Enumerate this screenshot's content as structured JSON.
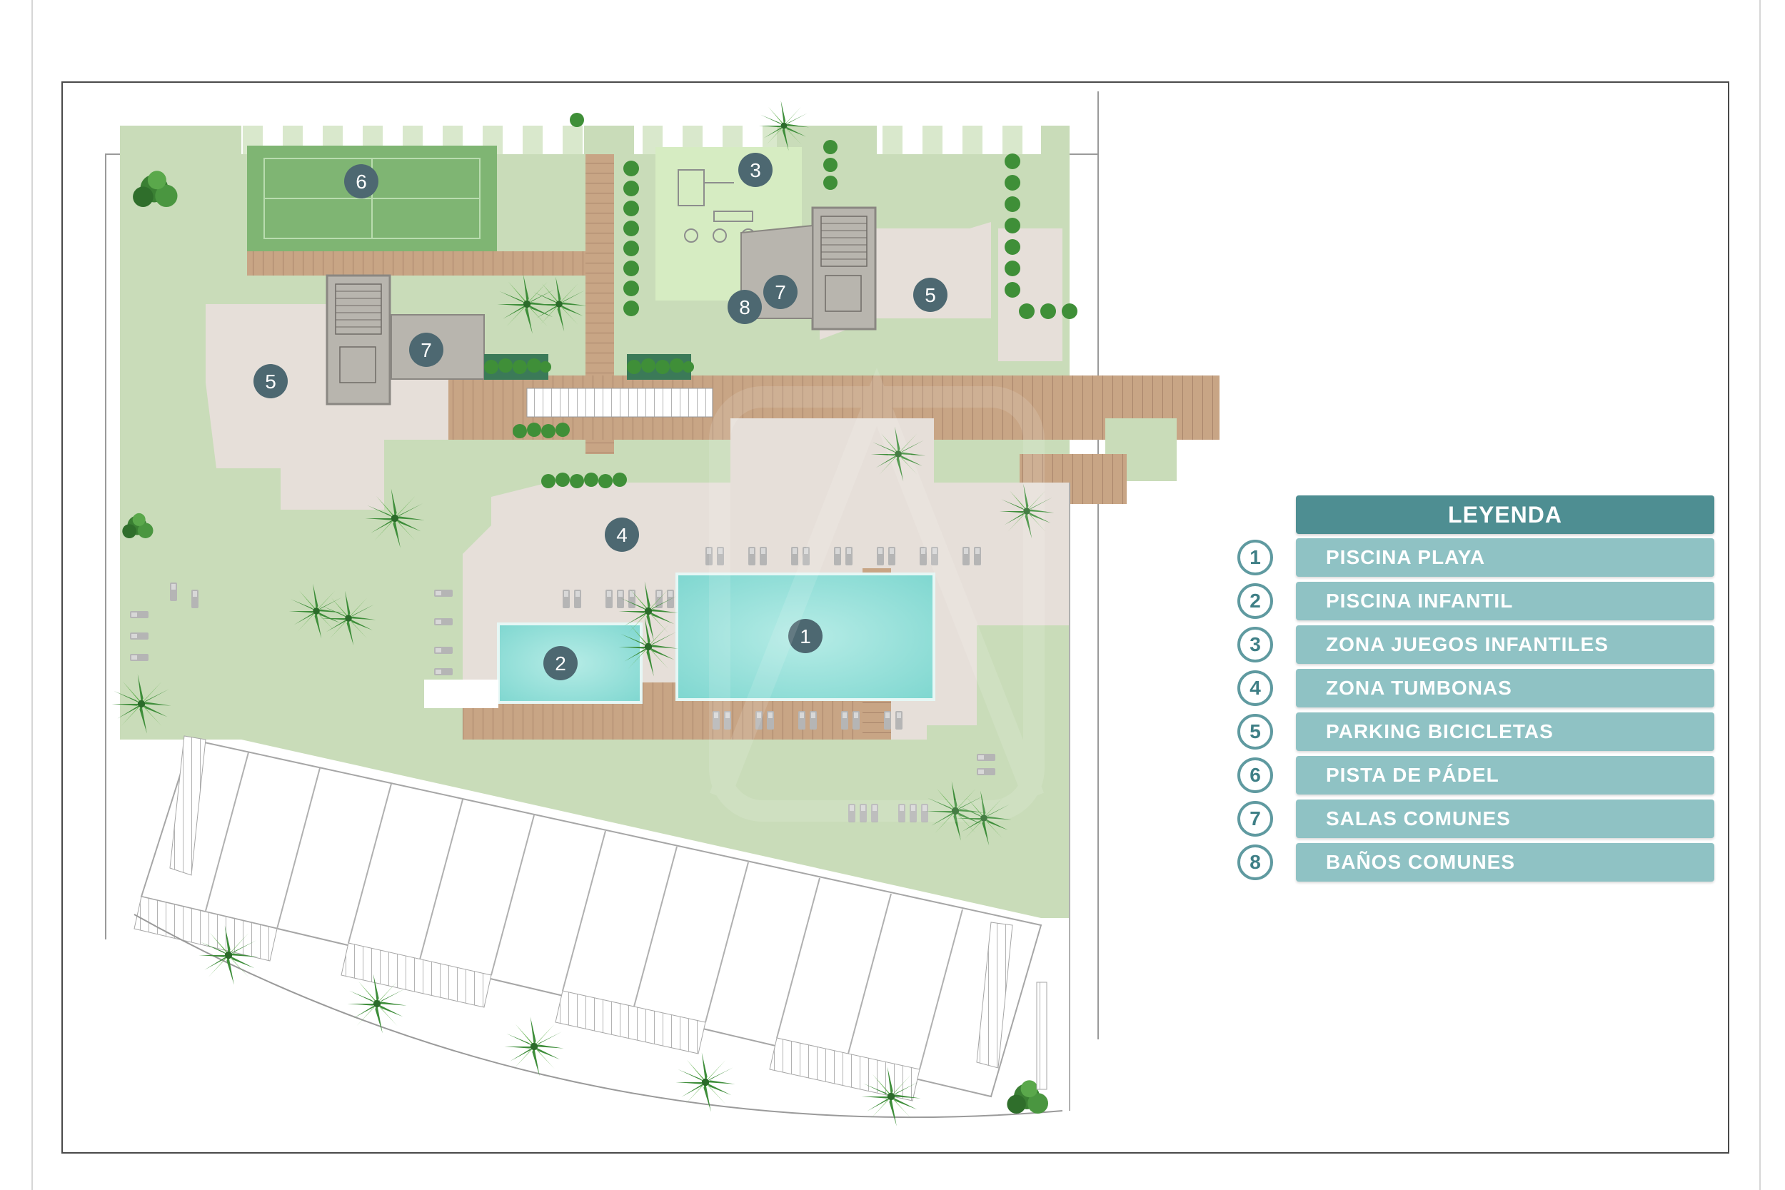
{
  "legend": {
    "title": "LEYENDA",
    "items": [
      {
        "number": "1",
        "label": "PISCINA PLAYA"
      },
      {
        "number": "2",
        "label": "PISCINA INFANTIL"
      },
      {
        "number": "3",
        "label": "ZONA JUEGOS INFANTILES"
      },
      {
        "number": "4",
        "label": "ZONA TUMBONAS"
      },
      {
        "number": "5",
        "label": "PARKING BICICLETAS"
      },
      {
        "number": "6",
        "label": "PISTA DE PÁDEL"
      },
      {
        "number": "7",
        "label": "SALAS COMUNES"
      },
      {
        "number": "8",
        "label": "BAÑOS COMUNES"
      }
    ]
  },
  "plan_markers": {
    "pool_beach": "1",
    "pool_kids": "2",
    "playground": "3",
    "loungers": "4",
    "bike_parking_west": "5",
    "bike_parking_east": "5",
    "padel_court": "6",
    "common_room_west": "7",
    "common_room_east": "7",
    "restrooms": "8"
  },
  "colors": {
    "lawn": "#c9dcb9",
    "padel_court": "#7fb573",
    "paving": "#e6dfd9",
    "deck": "#c8a585",
    "pool_water": "#9fe3dc",
    "marker": "#4d6871",
    "legend_header": "#4e8e92",
    "legend_row": "#8fc2c4"
  }
}
